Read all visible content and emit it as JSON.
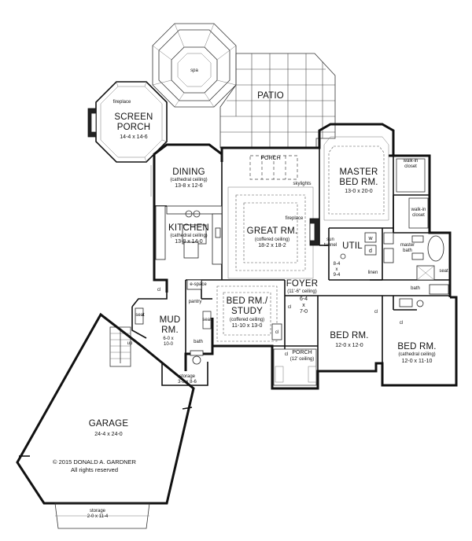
{
  "rooms": {
    "screen_porch": {
      "name1": "SCREEN",
      "name2": "PORCH",
      "size": "14-4 x 14-6",
      "fireplace": "fireplace"
    },
    "spa": {
      "name": "spa"
    },
    "patio": {
      "name": "PATIO"
    },
    "porch_rear": {
      "name": "PORCH",
      "skylights": "skylights"
    },
    "dining": {
      "name": "DINING",
      "ceiling": "(cathedral ceiling)",
      "size": "13-8 x 12-6"
    },
    "kitchen": {
      "name": "KITCHEN",
      "ceiling": "(cathedral ceiling)",
      "size": "13-8 x 14-0"
    },
    "great_room": {
      "name": "GREAT RM.",
      "ceiling": "(coffered ceiling)",
      "size": "18-2 x 18-2",
      "fireplace": "fireplace"
    },
    "master_bed": {
      "name1": "MASTER",
      "name2": "BED RM.",
      "size": "13-0 x 20-0"
    },
    "walkin_closet_1": {
      "line1": "walk-in",
      "line2": "closet"
    },
    "walkin_closet_2": {
      "line1": "walk-in",
      "line2": "closet"
    },
    "master_bath": {
      "line1": "master",
      "line2": "bath"
    },
    "sun_tunnel": {
      "line1": "sun",
      "line2": "tunnel"
    },
    "util": {
      "name": "UTIL",
      "size1": "8-4",
      "size2": "x",
      "size3": "9-4",
      "w": "w",
      "d": "d",
      "linen": "linen"
    },
    "foyer": {
      "name": "FOYER",
      "ceiling": "(11'-6\" ceiling)",
      "size1": "6-4",
      "size2": "x",
      "size3": "7-0"
    },
    "bed_study": {
      "name1": "BED RM./",
      "name2": "STUDY",
      "ceiling": "(coffered ceiling)",
      "size": "11-10 x 13-0"
    },
    "bed_2": {
      "name": "BED RM.",
      "size": "12-0 x 12-0"
    },
    "bed_3": {
      "name": "BED RM.",
      "ceiling": "(cathedral ceiling)",
      "size": "12-0 x 11-10"
    },
    "porch_front": {
      "name": "PORCH",
      "ceiling": "(12' ceiling)"
    },
    "mud_room": {
      "name1": "MUD",
      "name2": "RM.",
      "size1": "6-0 x",
      "size2": "10-0"
    },
    "garage": {
      "name": "GARAGE",
      "size": "24-4 x 24-0"
    },
    "storage_1": {
      "name": "storage",
      "size": "3-8 x 8-6"
    },
    "storage_2": {
      "name": "storage",
      "size": "2-0 x 11-4"
    }
  },
  "labels": {
    "escape": "e-space",
    "pantry": "pantry",
    "seat": "seat",
    "bath": "bath",
    "cl": "cl",
    "up": "up"
  },
  "copyright": {
    "line1": "© 2015 DONALD A. GARDNER",
    "line2": "All rights reserved"
  }
}
